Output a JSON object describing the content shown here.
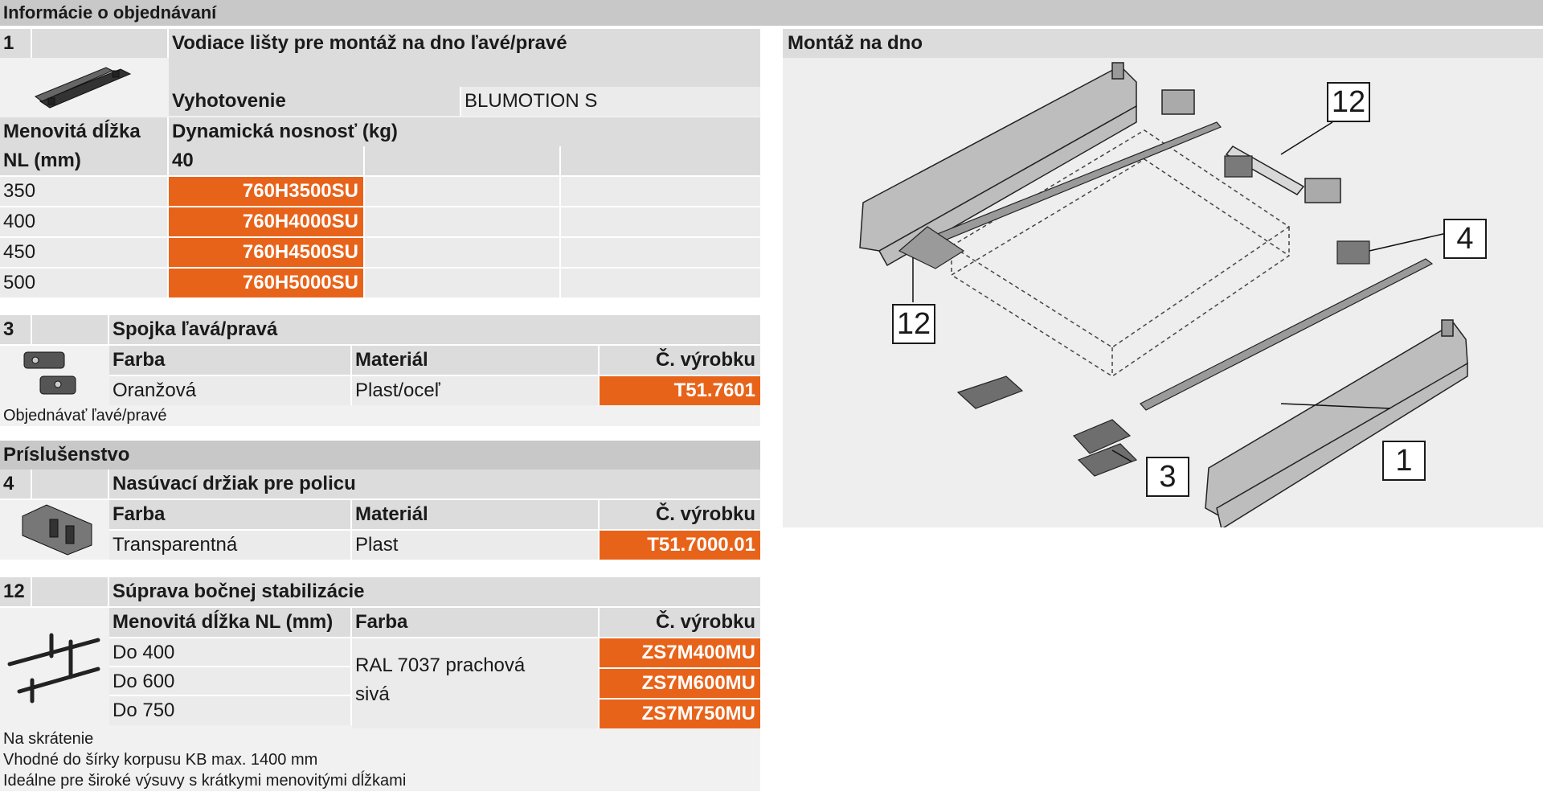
{
  "page_title": "Informácie o objednávaní",
  "section1": {
    "number": "1",
    "title": "Vodiace lišty pre montáž na dno ľavé/pravé",
    "variant_label": "Vyhotovenie",
    "variant_value": "BLUMOTION S",
    "length_label_1": "Menovitá dĺžka",
    "length_label_2": "NL (mm)",
    "capacity_label": "Dynamická nosnosť (kg)",
    "capacity_value": "40",
    "rows": [
      {
        "length": "350",
        "code": "760H3500SU"
      },
      {
        "length": "400",
        "code": "760H4000SU"
      },
      {
        "length": "450",
        "code": "760H4500SU"
      },
      {
        "length": "500",
        "code": "760H5000SU"
      }
    ]
  },
  "section3": {
    "number": "3",
    "title": "Spojka ľavá/pravá",
    "col_color": "Farba",
    "col_material": "Materiál",
    "col_code": "Č. výrobku",
    "color": "Oranžová",
    "material": "Plast/oceľ",
    "code": "T51.7601",
    "note": "Objednávať ľavé/pravé"
  },
  "accessories": {
    "title": "Príslušenstvo"
  },
  "section4": {
    "number": "4",
    "title": "Nasúvací držiak pre policu",
    "col_color": "Farba",
    "col_material": "Materiál",
    "col_code": "Č. výrobku",
    "color": "Transparentná",
    "material": "Plast",
    "code": "T51.7000.01"
  },
  "section12": {
    "number": "12",
    "title": "Súprava bočnej stabilizácie",
    "col_length": "Menovitá dĺžka NL (mm)",
    "col_color": "Farba",
    "col_code": "Č. výrobku",
    "color_line1": "RAL 7037 prachová",
    "color_line2": "sivá",
    "rows": [
      {
        "length": "Do 400",
        "code": "ZS7M400MU"
      },
      {
        "length": "Do 600",
        "code": "ZS7M600MU"
      },
      {
        "length": "Do 750",
        "code": "ZS7M750MU"
      }
    ],
    "notes": [
      "Na skrátenie",
      "Vhodné do šírky korpusu KB max. 1400 mm",
      "Ideálne pre široké výsuvy s krátkymi menovitými dĺžkami"
    ]
  },
  "assembly": {
    "title": "Montáž na dno",
    "callouts": [
      "12",
      "4",
      "12",
      "3",
      "1"
    ]
  },
  "colors": {
    "accent": "#e8631a",
    "header_gray": "#c8c8c8",
    "cell_gray": "#dcdcdc",
    "panel_gray": "#eeeeee"
  }
}
